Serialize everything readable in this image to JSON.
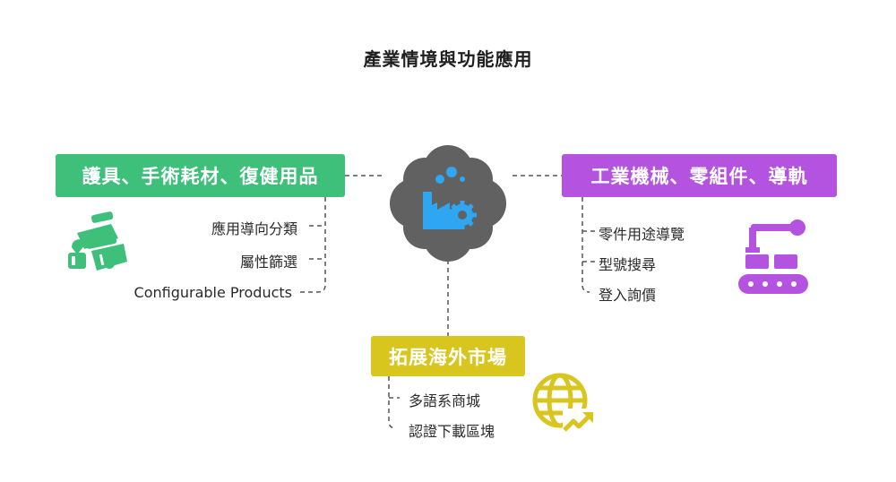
{
  "title": "產業情境與功能應用",
  "center": {
    "icon": "factory-gear-icon",
    "color": "#616161"
  },
  "branches": {
    "left": {
      "label": "護具、手術耗材、復健用品",
      "color": "#3ec07b",
      "icon": "medical-supplies-icon",
      "items": [
        "應用導向分類",
        "屬性篩選",
        "Configurable Products"
      ]
    },
    "right": {
      "label": "工業機械、零組件、導軌",
      "color": "#b353e0",
      "icon": "robot-arm-conveyor-icon",
      "items": [
        "零件用途導覽",
        "型號搜尋",
        "登入詢價"
      ]
    },
    "bottom": {
      "label": "拓展海外市場",
      "color": "#d8c51d",
      "icon": "globe-growth-icon",
      "items": [
        "多語系商城",
        "認證下載區塊"
      ]
    }
  }
}
